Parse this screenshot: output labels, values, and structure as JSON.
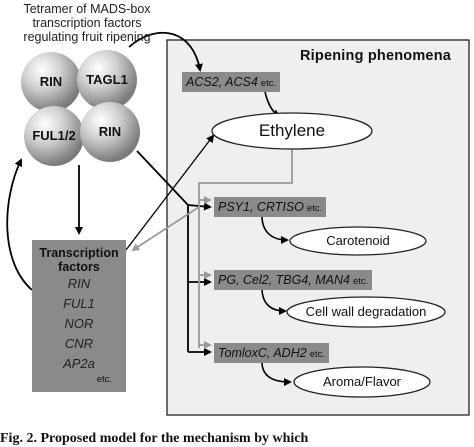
{
  "tetramer_label": [
    "Tetramer of MADS-box",
    "transcription factors",
    "regulating fruit ripening"
  ],
  "spheres": {
    "top_left": "RIN",
    "top_right": "TAGL1",
    "bottom_left": "FUL1/2",
    "bottom_right": "RIN"
  },
  "panel_title": "Ripening phenomena",
  "ethylene_genes": {
    "text": "ACS2, ACS4",
    "etc": "etc."
  },
  "ethylene": "Ethylene",
  "carotenoid_genes": {
    "text": "PSY1, CRTISO",
    "etc": "etc."
  },
  "carotenoid": "Carotenoid",
  "cellwall_genes": {
    "text": "PG,  Cel2, TBG4, MAN4",
    "etc": "etc."
  },
  "cellwall": "Cell wall degradation",
  "aroma_genes": {
    "text": "TomloxC, ADH2",
    "etc": "etc."
  },
  "aroma": "Aroma/Flavor",
  "transcription_factors": {
    "title_line1": "Transcription",
    "title_line2": "factors",
    "items": [
      "RIN",
      "FUL1",
      "NOR",
      "CNR",
      "AP2a"
    ],
    "etc": "etc."
  },
  "caption": "Fig. 2.  Proposed model for the mechanism by which",
  "colors": {
    "gene_box": "#8a8a8a",
    "panel": "#efefef",
    "gray_arrow": "#9a9a9a",
    "black_arrow": "#000000"
  }
}
